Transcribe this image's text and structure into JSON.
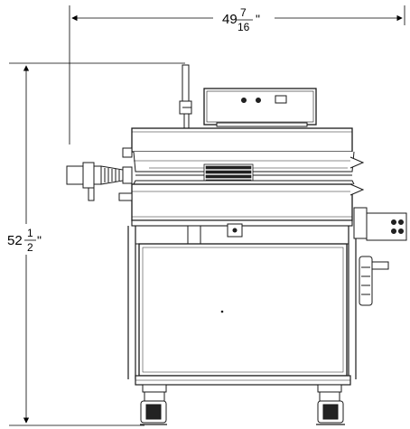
{
  "dimensions": {
    "width": {
      "whole": "49",
      "numerator": "7",
      "denominator": "16",
      "unit": "\""
    },
    "height": {
      "whole": "52",
      "numerator": "1",
      "denominator": "2",
      "unit": "\""
    }
  },
  "colors": {
    "line": "#1a1a1a",
    "body_fill": "#ffffff",
    "dark_fill": "#222222"
  }
}
